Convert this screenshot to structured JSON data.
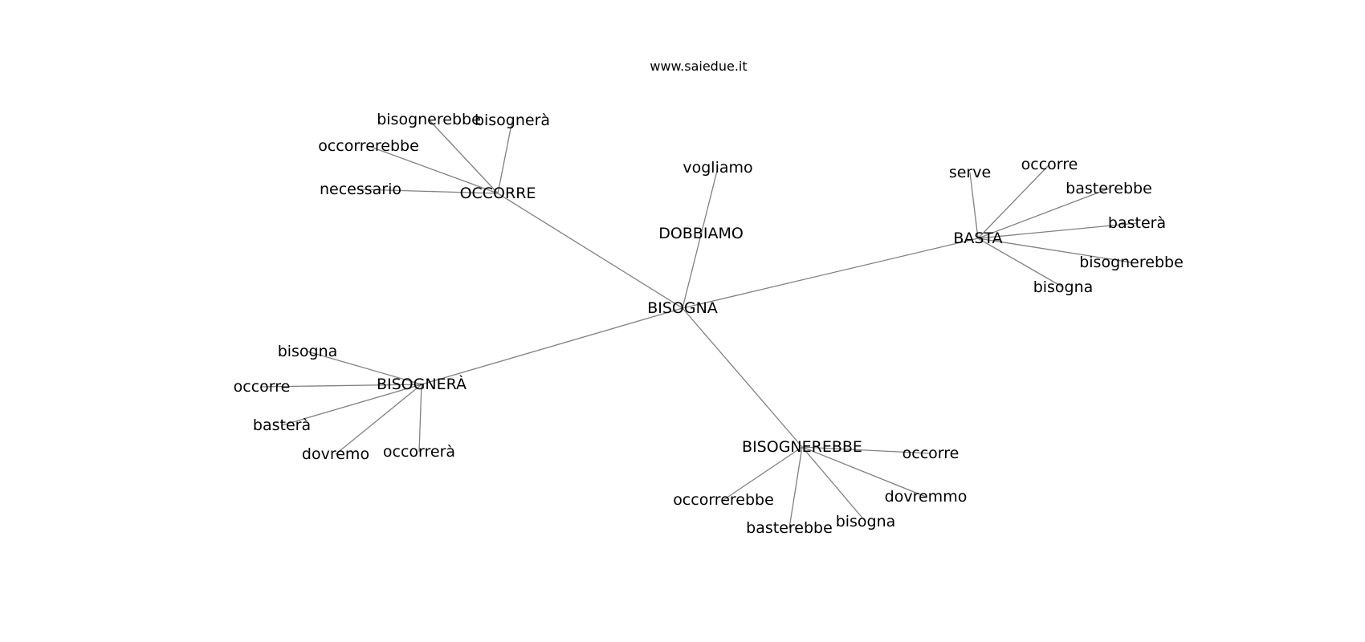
{
  "credit": "www.saiedue.it",
  "nodes": [
    {
      "id": "BISOGNA",
      "label": "BISOGNA"
    },
    {
      "id": "DOBBIAMO",
      "label": "DOBBIAMO"
    },
    {
      "id": "vogliamo",
      "label": "vogliamo"
    },
    {
      "id": "OCCORRE",
      "label": "OCCORRE"
    },
    {
      "id": "oc_bisognerebbe",
      "label": "bisognerebbe"
    },
    {
      "id": "oc_bisognera",
      "label": "bisognerà"
    },
    {
      "id": "oc_occorrerebbe",
      "label": "occorrerebbe"
    },
    {
      "id": "oc_necessario",
      "label": "necessario"
    },
    {
      "id": "BASTA",
      "label": "BASTA"
    },
    {
      "id": "ba_serve",
      "label": "serve"
    },
    {
      "id": "ba_occorre",
      "label": "occorre"
    },
    {
      "id": "ba_basterebbe",
      "label": "basterebbe"
    },
    {
      "id": "ba_bastera",
      "label": "basterà"
    },
    {
      "id": "ba_bisognerebbe",
      "label": "bisognerebbe"
    },
    {
      "id": "ba_bisogna",
      "label": "bisogna"
    },
    {
      "id": "BISOGNERA",
      "label": "BISOGNERÀ"
    },
    {
      "id": "bg_bisogna",
      "label": "bisogna"
    },
    {
      "id": "bg_occorre",
      "label": "occorre"
    },
    {
      "id": "bg_bastera",
      "label": "basterà"
    },
    {
      "id": "bg_dovremo",
      "label": "dovremo"
    },
    {
      "id": "bg_occorrera",
      "label": "occorrerà"
    },
    {
      "id": "BISOGNEREBBE",
      "label": "BISOGNEREBBE"
    },
    {
      "id": "be_occorre",
      "label": "occorre"
    },
    {
      "id": "be_dovremmo",
      "label": "dovremmo"
    },
    {
      "id": "be_occorrerebbe",
      "label": "occorrerebbe"
    },
    {
      "id": "be_basterebbe",
      "label": "basterebbe"
    },
    {
      "id": "be_bisogna",
      "label": "bisogna"
    }
  ],
  "edges": [
    [
      "BISOGNA",
      "vogliamo"
    ],
    [
      "BISOGNA",
      "OCCORRE"
    ],
    [
      "BISOGNA",
      "BASTA"
    ],
    [
      "BISOGNA",
      "BISOGNERA"
    ],
    [
      "BISOGNA",
      "BISOGNEREBBE"
    ],
    [
      "OCCORRE",
      "oc_bisognerebbe"
    ],
    [
      "OCCORRE",
      "oc_bisognera"
    ],
    [
      "OCCORRE",
      "oc_occorrerebbe"
    ],
    [
      "OCCORRE",
      "oc_necessario"
    ],
    [
      "BASTA",
      "ba_serve"
    ],
    [
      "BASTA",
      "ba_occorre"
    ],
    [
      "BASTA",
      "ba_basterebbe"
    ],
    [
      "BASTA",
      "ba_bastera"
    ],
    [
      "BASTA",
      "ba_bisognerebbe"
    ],
    [
      "BASTA",
      "ba_bisogna"
    ],
    [
      "BISOGNERA",
      "bg_bisogna"
    ],
    [
      "BISOGNERA",
      "bg_occorre"
    ],
    [
      "BISOGNERA",
      "bg_bastera"
    ],
    [
      "BISOGNERA",
      "bg_dovremo"
    ],
    [
      "BISOGNERA",
      "bg_occorrera"
    ],
    [
      "BISOGNEREBBE",
      "be_occorre"
    ],
    [
      "BISOGNEREBBE",
      "be_dovremmo"
    ],
    [
      "BISOGNEREBBE",
      "be_occorrerebbe"
    ],
    [
      "BISOGNEREBBE",
      "be_basterebbe"
    ],
    [
      "BISOGNEREBBE",
      "be_bisogna"
    ]
  ]
}
